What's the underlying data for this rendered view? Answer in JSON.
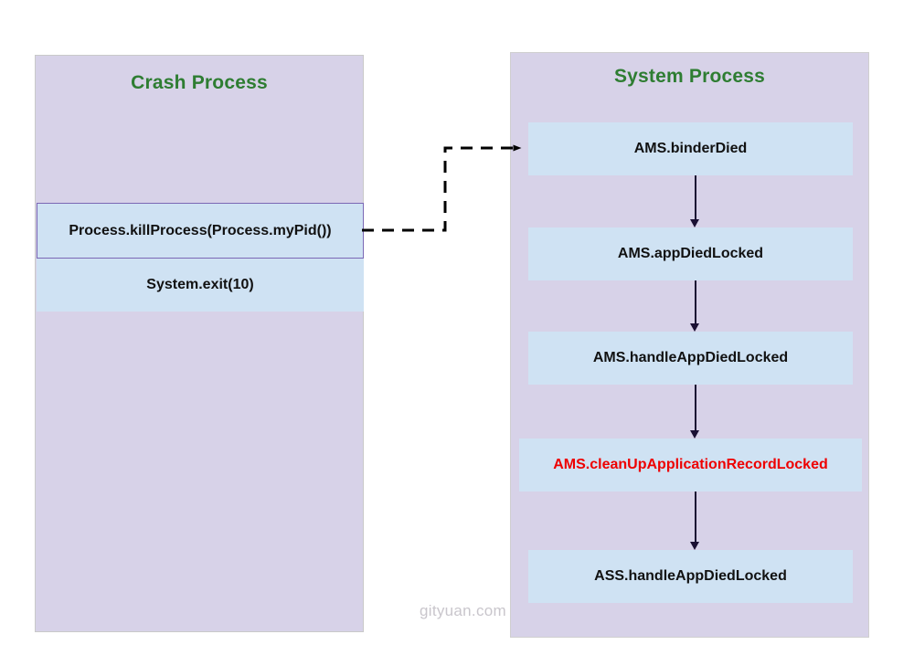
{
  "diagram": {
    "title_color": "#2e7d32",
    "node_fill": "#cfe2f3",
    "panel_fill": "#d7d2e8",
    "danger_color": "#ee0000",
    "arrow_color": "#1a1033"
  },
  "crash_panel": {
    "title": "Crash Process",
    "nodes": [
      {
        "label": "Process.killProcess(Process.myPid())"
      },
      {
        "label": "System.exit(10)"
      }
    ]
  },
  "system_panel": {
    "title": "System Process",
    "nodes": [
      {
        "label": "AMS.binderDied"
      },
      {
        "label": "AMS.appDiedLocked"
      },
      {
        "label": "AMS.handleAppDiedLocked"
      },
      {
        "label": "AMS.cleanUpApplicationRecordLocked"
      },
      {
        "label": "ASS.handleAppDiedLocked"
      }
    ]
  },
  "connector": {
    "style": "dashed",
    "from": "Process.killProcess(Process.myPid())",
    "to": "AMS.binderDied"
  },
  "watermark": {
    "text": "gityuan.com"
  }
}
